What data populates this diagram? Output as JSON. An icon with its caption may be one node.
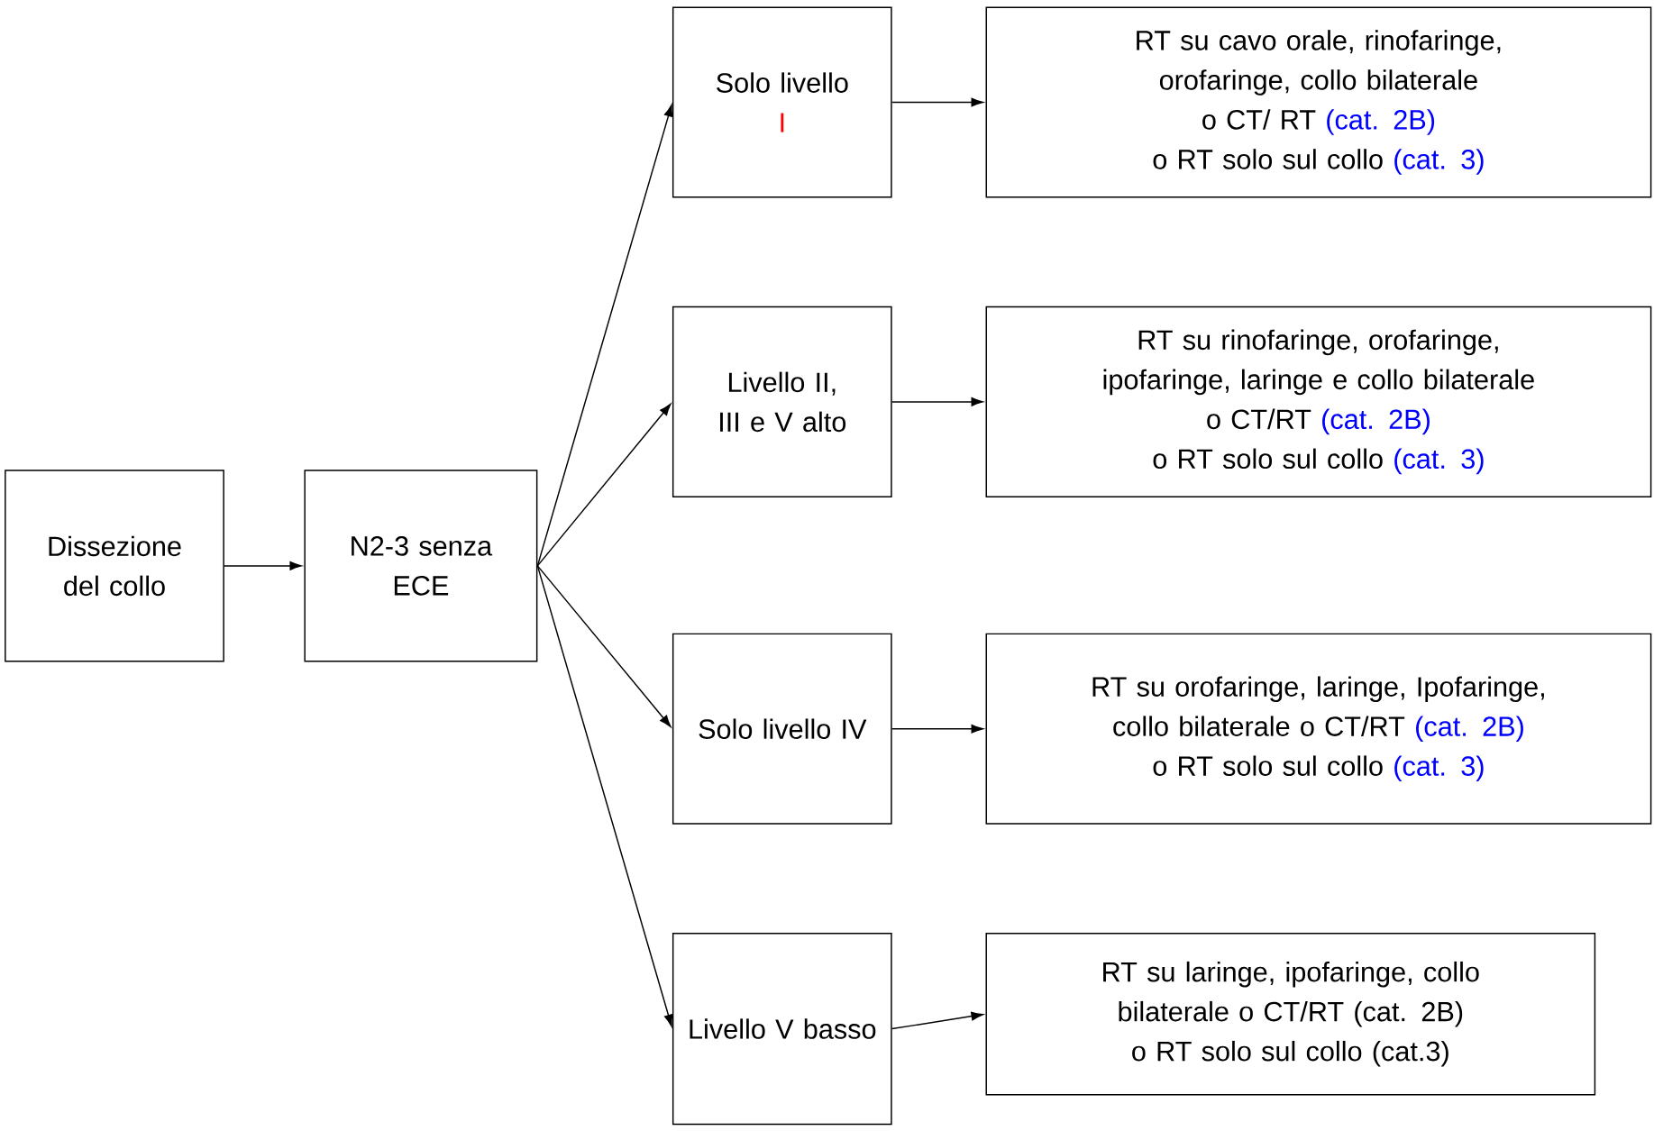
{
  "diagram": {
    "nodes": [
      {
        "text": [
          "Dissezione del collo"
        ]
      },
      {
        "text": [
          "N2-3 senza ECE"
        ]
      },
      {
        "text": [
          "Solo livello",
          "I"
        ]
      },
      {
        "text": [
          "RT su cavo orale, rinofaringe, orofaringe, collo bilaterale",
          "o CT/ RT",
          "(cat. 2B)",
          "o RT solo sul collo",
          "(cat. 3)"
        ]
      },
      {
        "text": [
          "Livello II, III e V alto"
        ]
      },
      {
        "text": [
          "RT su rinofaringe, orofaringe, ipofaringe, laringe e collo bilaterale",
          "o CT/RT",
          "(cat. 2B)",
          "o RT solo sul collo",
          "(cat. 3)"
        ]
      },
      {
        "text": [
          "Solo livello IV"
        ]
      },
      {
        "text": [
          "RT su orofaringe, laringe, Ipofaringe, collo bilaterale o CT/RT",
          "(cat. 2B)",
          "o RT solo sul collo",
          "(cat. 3)"
        ]
      },
      {
        "text": [
          "Livello V basso"
        ]
      },
      {
        "text": [
          "RT su laringe, ipofaringe, collo bilaterale o CT/RT (cat. 2B)",
          "o RT solo sul collo (cat.3)"
        ]
      }
    ],
    "edges": [
      {
        "from": 0,
        "to": 1,
        "arrow": "to"
      },
      {
        "from": 1,
        "to": 2,
        "arrow": "to"
      },
      {
        "from": 1,
        "to": 4,
        "arrow": "to"
      },
      {
        "from": 1,
        "to": 6,
        "arrow": "to"
      },
      {
        "from": 1,
        "to": 8,
        "arrow": "to"
      },
      {
        "from": 2,
        "to": 3,
        "arrow": "to"
      },
      {
        "from": 4,
        "to": 5,
        "arrow": "to"
      },
      {
        "from": 6,
        "to": 7,
        "arrow": "to"
      },
      {
        "from": 8,
        "to": 9,
        "arrow": "to"
      }
    ]
  }
}
